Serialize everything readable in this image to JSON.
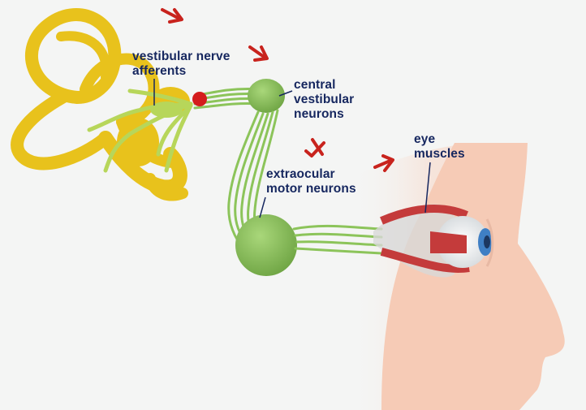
{
  "labels": {
    "vestibular_afferents": [
      "vestibular nerve",
      "afferents"
    ],
    "central_neurons": [
      "central",
      "vestibular",
      "neurons"
    ],
    "motor_neurons": [
      "extraocular",
      "motor neurons"
    ],
    "eye_muscles": [
      "eye",
      "muscles"
    ]
  },
  "colors": {
    "background": "#f4f5f4",
    "inner_ear": "#e8c21c",
    "nerve": "#8cc45a",
    "nucleus": "#7cb04e",
    "synapse": "#d41c1c",
    "arrow": "#c8231d",
    "skin": "#f6cbb6",
    "muscle": "#c43b3b",
    "iris": "#3f7fc4",
    "label_text": "#16275f"
  },
  "icons": [
    "arrow-icon",
    "inner-ear-icon",
    "eye-icon",
    "face-profile-icon"
  ]
}
